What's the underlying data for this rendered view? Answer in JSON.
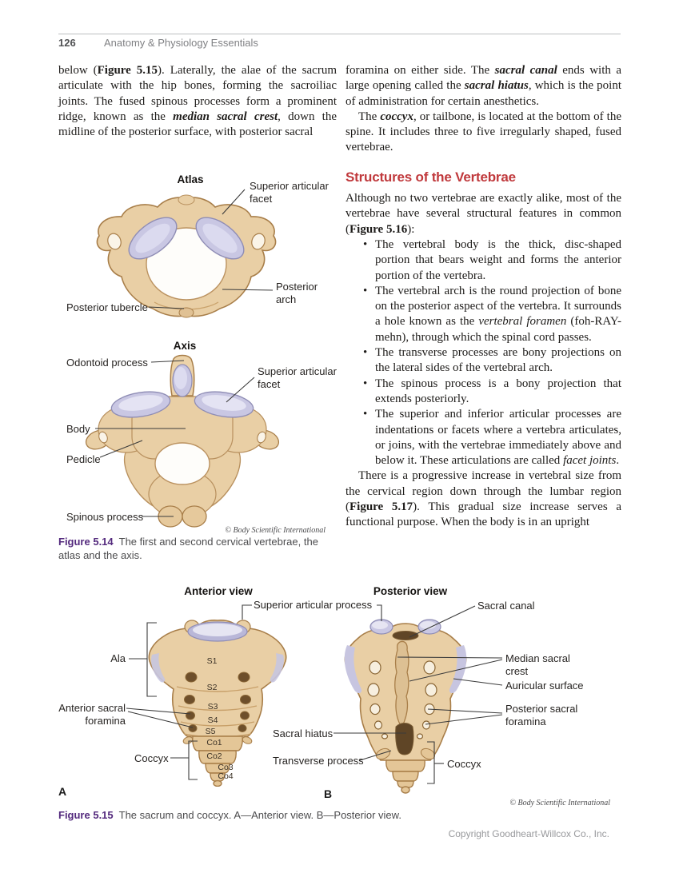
{
  "header": {
    "page_number": "126",
    "running_head": "Anatomy & Physiology Essentials"
  },
  "left_column": {
    "paragraph": {
      "s1": "below (",
      "s2": "Figure 5.15",
      "s3": "). Laterally, the alae of the sacrum articulate with the hip bones, forming the sacroiliac joints. The fused spinous processes form a prominent ridge, known as the ",
      "s4": "median sacral crest",
      "s5": ", down the midline of the posterior surface, with posterior sacral"
    }
  },
  "right_column": {
    "p1": {
      "s1": "foramina on either side. The ",
      "s2": "sacral canal",
      "s3": " ends with a large opening called the ",
      "s4": "sacral hiatus",
      "s5": ", which is the point of administration for certain anesthetics."
    },
    "p2": {
      "s1": "The ",
      "s2": "coccyx",
      "s3": ", or tailbone, is located at the bottom of the spine. It includes three to five irregularly shaped, fused vertebrae."
    },
    "heading": "Structures of the Vertebrae",
    "p3": {
      "s1": "Although no two vertebrae are exactly alike, most of the vertebrae have several structural features in common (",
      "s2": "Figure 5.16",
      "s3": "):"
    },
    "bullets": {
      "b1": {
        "t1": "The vertebral body is the thick, disc-shaped portion that bears weight and forms the anterior portion of the vertebra."
      },
      "b2": {
        "t1": "The vertebral arch is the round projection of bone on the posterior aspect of the vertebra. It surrounds a hole known as the ",
        "t2": "vertebral foramen",
        "t3": " (foh-RAY-mehn), through which the spinal cord passes."
      },
      "b3": {
        "t1": "The transverse processes are bony projections on the lateral sides of the vertebral arch."
      },
      "b4": {
        "t1": "The spinous process is a bony projection that extends posteriorly."
      },
      "b5": {
        "t1": "The superior and inferior articular processes are indentations or facets where a vertebra articulates, or joins, with the vertebrae immediately above and below it. These articulations are called ",
        "t2": "facet joints",
        "t3": "."
      }
    },
    "p4": {
      "s1": "There is a progressive increase in vertebral size from the cervical region down through the lumbar region (",
      "s2": "Figure 5.17",
      "s3": "). This gradual size increase serves a functional purpose. When the body is in an upright"
    }
  },
  "figure_5_14": {
    "atlas": {
      "title": "Atlas",
      "superior_articular_facet": "Superior articular facet",
      "posterior_arch": "Posterior arch",
      "posterior_tubercle": "Posterior tubercle"
    },
    "axis": {
      "title": "Axis",
      "odontoid_process": "Odontoid process",
      "superior_articular_facet": "Superior articular facet",
      "body": "Body",
      "pedicle": "Pedicle",
      "spinous_process": "Spinous process"
    },
    "credit": "© Body Scientific International",
    "caption_label": "Figure 5.14",
    "caption_text": "The first and second cervical vertebrae, the atlas and the axis."
  },
  "figure_5_15": {
    "anterior_title": "Anterior view",
    "posterior_title": "Posterior view",
    "labels": {
      "superior_articular_process": "Superior articular process",
      "sacral_canal": "Sacral canal",
      "ala": "Ala",
      "anterior_sacral_foramina": "Anterior sacral foramina",
      "median_sacral_crest": "Median sacral crest",
      "auricular_surface": "Auricular surface",
      "posterior_sacral_foramina": "Posterior sacral foramina",
      "sacral_hiatus": "Sacral hiatus",
      "transverse_process": "Transverse process",
      "coccyx_left": "Coccyx",
      "coccyx_right": "Coccyx"
    },
    "segments": [
      "S1",
      "S2",
      "S3",
      "S4",
      "S5",
      "Co1",
      "Co2",
      "Co3",
      "Co4"
    ],
    "marker_a": "A",
    "marker_b": "B",
    "credit": "© Body Scientific International",
    "caption_label": "Figure 5.15",
    "caption_text": "The sacrum and coccyx. A—Anterior view. B—Posterior view."
  },
  "footer": {
    "copyright": "Copyright Goodheart-Willcox Co., Inc."
  },
  "colors": {
    "heading_red": "#c0393c",
    "caption_purple": "#53297d",
    "caption_gray": "#4c4c4e",
    "bone_fill": "#e9cfa5",
    "bone_outline": "#a87e49",
    "facet_lavender": "#c9c7e3",
    "body_text": "#1e1c1a",
    "copyright_gray": "#98999c"
  }
}
